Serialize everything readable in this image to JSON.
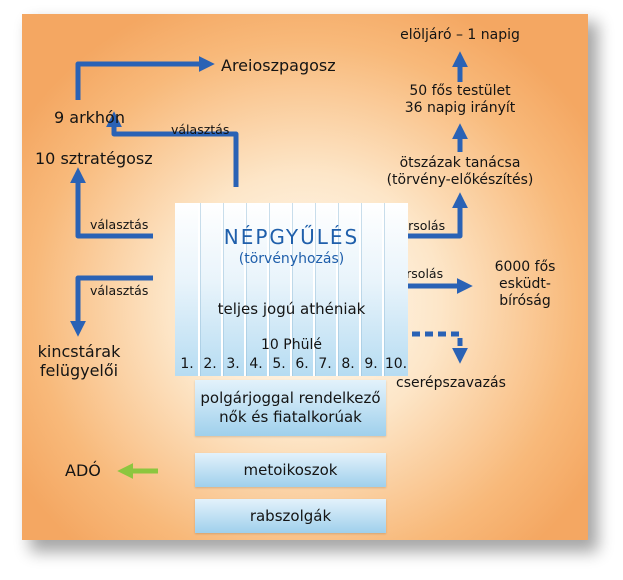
{
  "center": {
    "title": "NÉPGYŰLÉS",
    "subtitle": "(törvényhozás)",
    "citizens": "teljes jogú athéniak",
    "phyle_label": "10 Phülé",
    "phyle_numbers": [
      "1.",
      "2.",
      "3.",
      "4.",
      "5.",
      "6.",
      "7.",
      "8.",
      "9.",
      "10."
    ]
  },
  "left": {
    "areiopagus": "Areioszpagosz",
    "archons": "9 arkhón",
    "vote_archons": "választás",
    "strategoi": "10 sztratégosz",
    "vote_strategoi": "választás",
    "vote_treasurers": "választás",
    "treasurers_line1": "kincstárak",
    "treasurers_line2": "felügyelői"
  },
  "right": {
    "chair": "elöljáró – 1 napig",
    "council50_line1": "50 fős testület",
    "council50_line2": "36 napig irányít",
    "council500_line1": "ötszázak tanácsa",
    "council500_line2": "(törvény-előkészítés)",
    "lot_council": "sorsolás",
    "lot_jury": "sorsolás",
    "jury_line1": "6000 fős",
    "jury_line2": "esküdt-",
    "jury_line3": "bíróság",
    "ostracism": "cserépszavazás"
  },
  "lower": {
    "women_line1": "polgárjoggal rendelkező",
    "women_line2": "nők és fiatalkorúak",
    "metics": "metoikoszok",
    "tax": "ADÓ",
    "slaves": "rabszolgák"
  },
  "colors": {
    "arrow_blue": "#2a62b5",
    "arrow_green": "#8cc63f",
    "title_blue": "#1f5fab"
  }
}
